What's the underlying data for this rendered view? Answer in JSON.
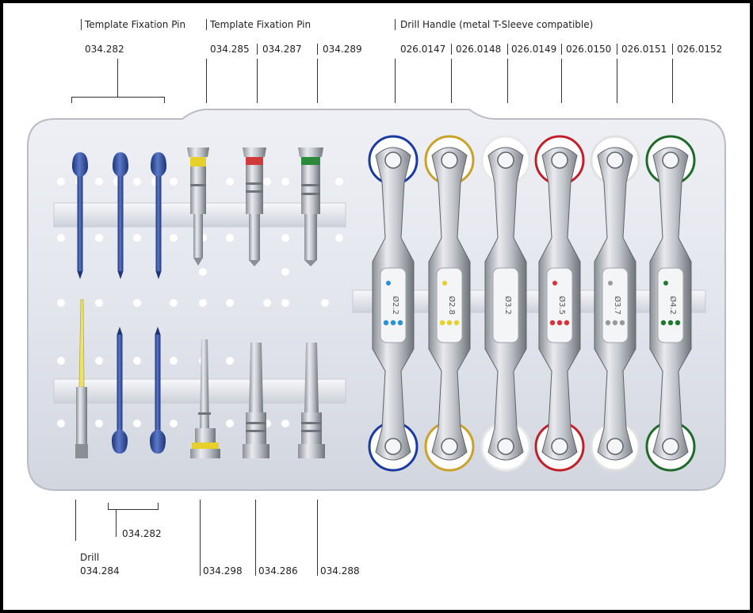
{
  "top_labels": {
    "group1_title": "Template Fixation Pin",
    "group1_code": "034.282",
    "group2_title": "Template Fixation Pin",
    "group2_codes": [
      "034.285",
      "034.287",
      "034.289"
    ],
    "group3_title": "Drill Handle (metal T-Sleeve compatible)",
    "group3_codes": [
      "026.0147",
      "026.0148",
      "026.0149",
      "026.0150",
      "026.0151",
      "026.0152"
    ]
  },
  "bottom_labels": {
    "drill_title": "Drill",
    "drill_code": "034.284",
    "pin_code": "034.282",
    "codes": [
      "034.298",
      "034.286",
      "034.288"
    ]
  },
  "drill_handles": [
    {
      "size_label": "Ø2.2",
      "ring_color": "#1a3aa0",
      "dot_color": "#2a8fd6"
    },
    {
      "size_label": "Ø2.8",
      "ring_color": "#c9a22a",
      "dot_color": "#e8cf2a"
    },
    {
      "size_label": "Ø3.2",
      "ring_color": "#e8e8e8",
      "dot_color": "#f4f4f4"
    },
    {
      "size_label": "Ø3.5",
      "ring_color": "#c0202a",
      "dot_color": "#d8323c"
    },
    {
      "size_label": "Ø3.7",
      "ring_color": "#e0e0e0",
      "dot_color": "#9a9a9a"
    },
    {
      "size_label": "Ø4.2",
      "ring_color": "#1f6a2a",
      "dot_color": "#1f7a30"
    }
  ],
  "sleeve_colors": {
    "yellow": "#e8d02a",
    "red": "#d23a3a",
    "green": "#2a8a3a",
    "blue_pin": "#3552a8",
    "drill_yellow": "#ece36a"
  }
}
